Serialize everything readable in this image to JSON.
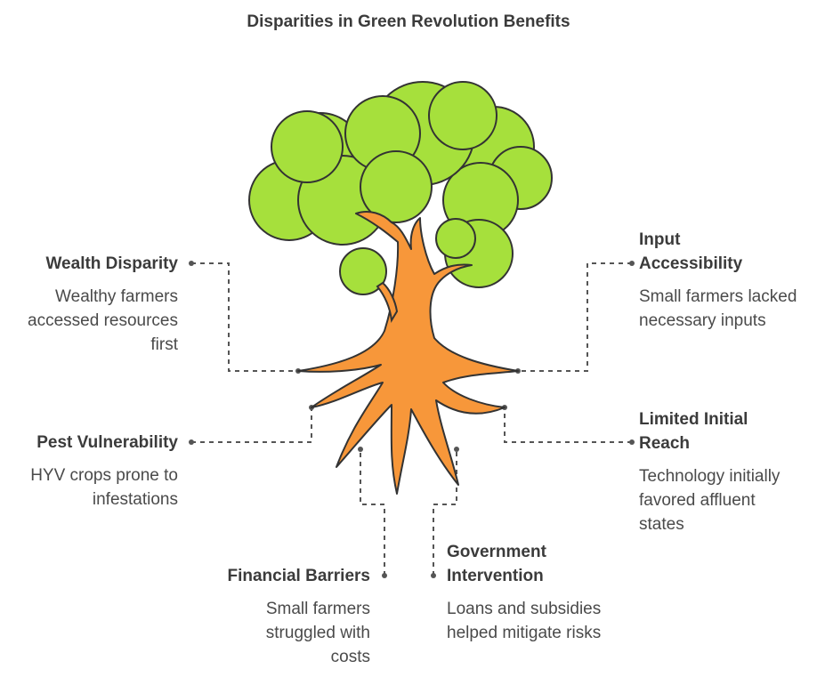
{
  "title": "Disparities in Green Revolution Benefits",
  "colors": {
    "foliage": "#a6e03c",
    "trunk": "#f7973a",
    "outline": "#333333",
    "connector": "#555555"
  },
  "labels": {
    "wealth": {
      "head": "Wealth Disparity",
      "desc": "Wealthy farmers accessed resources first"
    },
    "pest": {
      "head": "Pest Vulnerability",
      "desc": "HYV crops prone to infestations"
    },
    "financial": {
      "head": "Financial Barriers",
      "desc": "Small farmers struggled with costs"
    },
    "government": {
      "head": "Government Intervention",
      "desc": "Loans and subsidies helped mitigate risks"
    },
    "input": {
      "head": "Input Accessibility",
      "desc": "Small farmers lacked necessary inputs"
    },
    "reach": {
      "head": "Limited Initial Reach",
      "desc": "Technology initially favored affluent states"
    }
  }
}
